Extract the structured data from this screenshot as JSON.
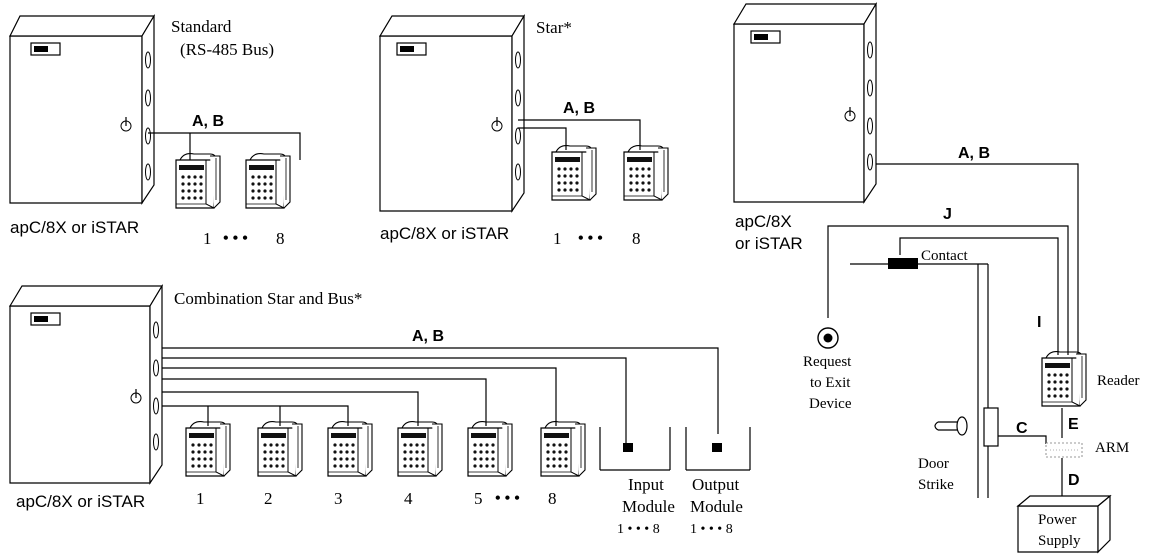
{
  "panels": {
    "standard": {
      "title_line1": "Standard",
      "title_line2": "(RS-485 Bus)",
      "controller_label": "apC/8X or iSTAR",
      "wire_label": "A, B",
      "reader_first": "1",
      "reader_dots": "• • •",
      "reader_last": "8"
    },
    "star": {
      "title": "Star*",
      "controller_label": "apC/8X or iSTAR",
      "wire_label": "A, B",
      "reader_first": "1",
      "reader_dots": "• • •",
      "reader_last": "8"
    },
    "combination": {
      "title": "Combination Star and Bus*",
      "controller_label": "apC/8X or iSTAR",
      "wire_label": "A, B",
      "reader_numbers": [
        "1",
        "2",
        "3",
        "4",
        "5"
      ],
      "reader_dots": "• • •",
      "reader_last": "8",
      "input_module": {
        "line1": "Input",
        "line2": "Module",
        "range": "1 • • • 8"
      },
      "output_module": {
        "line1": "Output",
        "line2": "Module",
        "range": "1 • • • 8"
      }
    },
    "door": {
      "controller_label_line1": "apC/8X",
      "controller_label_line2": "or iSTAR",
      "wire_ab": "A, B",
      "wire_j": "J",
      "wire_i": "I",
      "wire_c": "C",
      "wire_e": "E",
      "wire_d": "D",
      "contact": "Contact",
      "rex_line1": "Request",
      "rex_line2": "to Exit",
      "rex_line3": "Device",
      "reader": "Reader",
      "door_strike_line1": "Door",
      "door_strike_line2": "Strike",
      "arm": "ARM",
      "power_supply_line1": "Power",
      "power_supply_line2": "Supply"
    }
  }
}
